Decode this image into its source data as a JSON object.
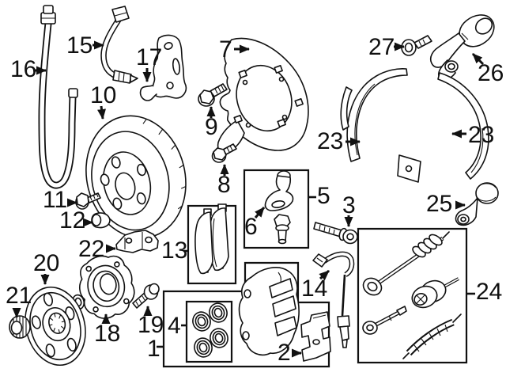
{
  "diagram": {
    "colors": {
      "ink": "#111111",
      "background": "#ffffff"
    },
    "callouts": [
      {
        "label": "16"
      },
      {
        "label": "15"
      },
      {
        "label": "17"
      },
      {
        "label": "10"
      },
      {
        "label": "7"
      },
      {
        "label": "9"
      },
      {
        "label": "8"
      },
      {
        "label": "27"
      },
      {
        "label": "26"
      },
      {
        "label": "23"
      },
      {
        "label": "23"
      },
      {
        "label": "25"
      },
      {
        "label": "3"
      },
      {
        "label": "5"
      },
      {
        "label": "6"
      },
      {
        "label": "13"
      },
      {
        "label": "22"
      },
      {
        "label": "11"
      },
      {
        "label": "12"
      },
      {
        "label": "20"
      },
      {
        "label": "21"
      },
      {
        "label": "18"
      },
      {
        "label": "19"
      },
      {
        "label": "1"
      },
      {
        "label": "4"
      },
      {
        "label": "2"
      },
      {
        "label": "14"
      },
      {
        "label": "24"
      }
    ]
  }
}
